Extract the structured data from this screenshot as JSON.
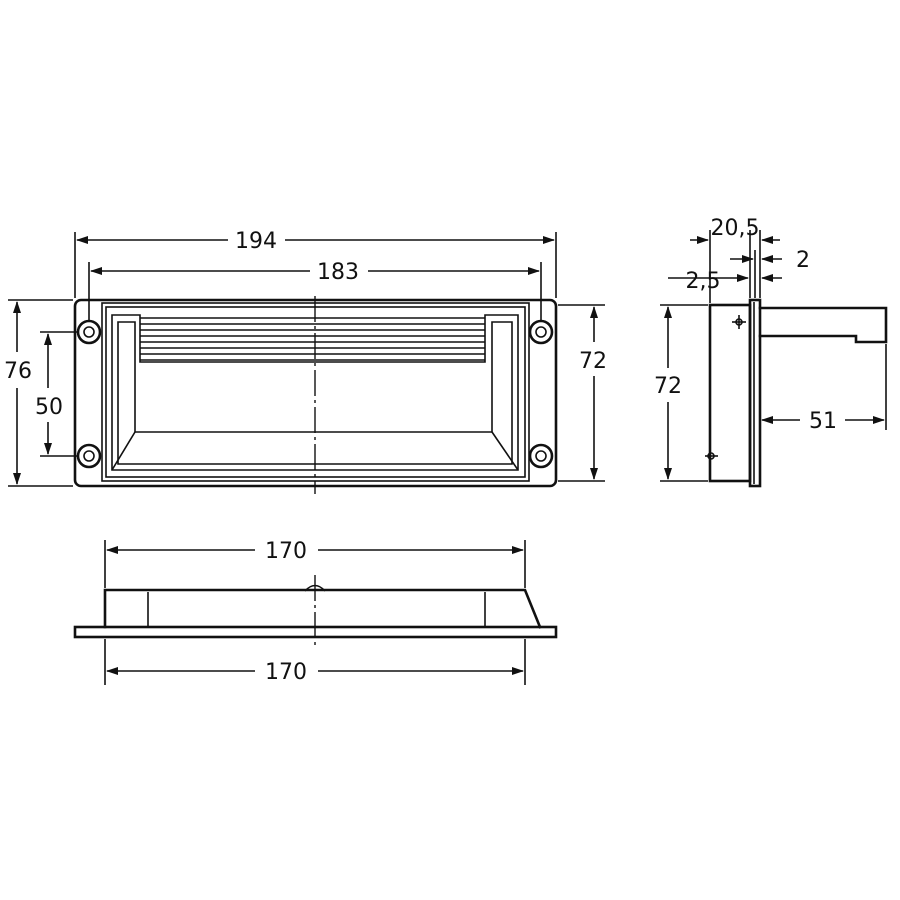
{
  "dimensions": {
    "front_overall_width": "194",
    "front_inner_width": "183",
    "front_overall_height": "76",
    "front_hole_spacing": "50",
    "front_inner_height": "72",
    "top_upper_width": "170",
    "top_lower_width": "170",
    "side_thickness": "20,5",
    "side_flange": "2",
    "side_offset": "2,5",
    "side_height": "72",
    "side_depth": "51"
  },
  "colors": {
    "line": "#111111",
    "background": "#ffffff"
  }
}
